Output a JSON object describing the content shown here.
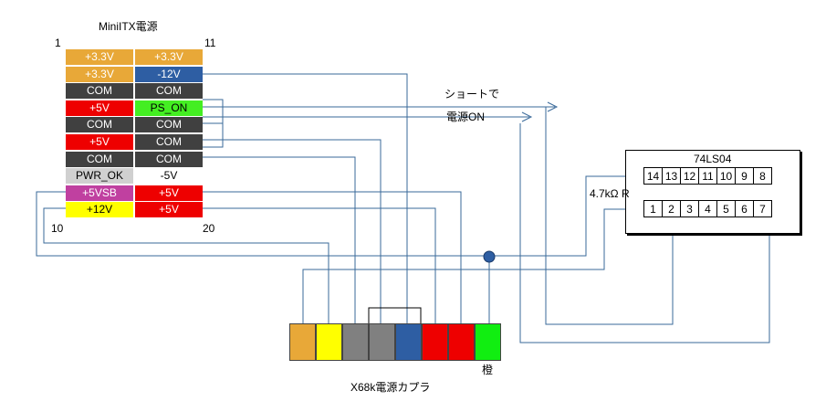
{
  "psu": {
    "title": "MiniITX電源",
    "pin_top_left": "1",
    "pin_top_right": "11",
    "pin_bottom_left": "10",
    "pin_bottom_right": "20",
    "rows": [
      {
        "left": "+3.3V",
        "left_color": "#e8a838",
        "right": "+3.3V",
        "right_color": "#e8a838"
      },
      {
        "left": "+3.3V",
        "left_color": "#e8a838",
        "right": "-12V",
        "right_color": "#2e5ea3"
      },
      {
        "left": "COM",
        "left_color": "#404040",
        "right": "COM",
        "right_color": "#404040"
      },
      {
        "left": "+5V",
        "left_color": "#ee0000",
        "right": "PS_ON",
        "right_color": "#44ee22"
      },
      {
        "left": "COM",
        "left_color": "#404040",
        "right": "COM",
        "right_color": "#404040"
      },
      {
        "left": "+5V",
        "left_color": "#ee0000",
        "right": "COM",
        "right_color": "#404040"
      },
      {
        "left": "COM",
        "left_color": "#404040",
        "right": "COM",
        "right_color": "#404040"
      },
      {
        "left": "PWR_OK",
        "left_color": "#d0d0d0",
        "right": "-5V",
        "right_color": "#ffffff"
      },
      {
        "left": "+5VSB",
        "left_color": "#c040a0",
        "right": "+5V",
        "right_color": "#ee0000"
      },
      {
        "left": "+12V",
        "left_color": "#ffff00",
        "right": "+5V",
        "right_color": "#ee0000"
      }
    ]
  },
  "annotation": {
    "line1": "ショートで",
    "line2": "電源ON"
  },
  "ic": {
    "name": "74LS04",
    "top_pins": [
      "14",
      "13",
      "12",
      "11",
      "10",
      "9",
      "8"
    ],
    "bottom_pins": [
      "1",
      "2",
      "3",
      "4",
      "5",
      "6",
      "7"
    ],
    "resistor_label": "4.7kΩ R"
  },
  "connector": {
    "label": "X68k電源カプラ",
    "orange_label": "橙",
    "pins": [
      {
        "color": "#e8a838"
      },
      {
        "color": "#ffff00"
      },
      {
        "color": "#808080"
      },
      {
        "color": "#808080"
      },
      {
        "color": "#2e5ea3"
      },
      {
        "color": "#ee0000"
      },
      {
        "color": "#ee0000"
      },
      {
        "color": "#11ee11"
      }
    ]
  },
  "colors": {
    "wire": "#3a6a9a",
    "junction": "#2e5ea3",
    "resistor": "#cc2222"
  }
}
